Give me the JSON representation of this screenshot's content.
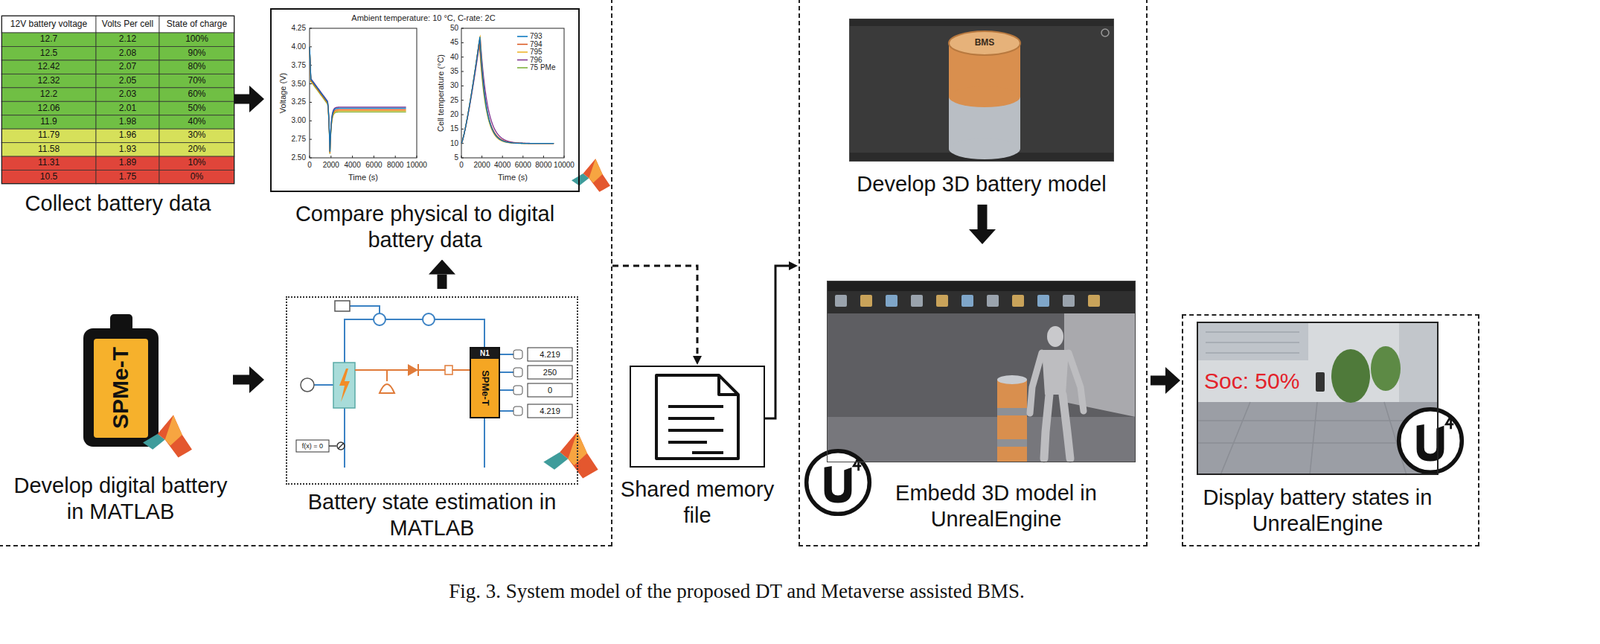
{
  "diagram": {
    "caption": "Fig. 3. System model of the proposed DT and Metaverse assisted BMS.",
    "nodes": [
      {
        "text": []
      },
      {
        "text": [
          "Collect battery data"
        ],
        "in": 0
      },
      {
        "text": [
          "Compare physical to digital battery data"
        ],
        "in": 0
      },
      {
        "text": [
          "SPMe-T",
          "Develop digital battery in MATLAB"
        ],
        "in": 0
      },
      {
        "text": [
          "Battery state estimation in MATLAB"
        ],
        "in": 0
      },
      {
        "text": [
          "N1",
          "SPMe-T"
        ],
        "in": 4
      },
      {
        "text": [
          "Shared memory file"
        ]
      },
      {
        "text": []
      },
      {
        "text": [
          "Develop 3D battery model"
        ],
        "in": 7
      },
      {
        "text": [
          "Embedd 3D model in UnrealEngine"
        ],
        "in": 7
      },
      {
        "text": []
      },
      {
        "text": [
          "Display battery states in UnrealEngine"
        ],
        "in": 10
      }
    ],
    "edges": [
      {
        "from": 1,
        "to": 2,
        "arrow": "to"
      },
      {
        "from": 3,
        "to": 4,
        "arrow": "to"
      },
      {
        "from": 4,
        "to": 2,
        "arrow": "to"
      },
      {
        "from": 0,
        "to": 6,
        "arrow": "to"
      },
      {
        "from": 6,
        "to": 7,
        "arrow": "to"
      },
      {
        "from": 8,
        "to": 9,
        "arrow": "to"
      },
      {
        "from": 7,
        "to": 10,
        "arrow": "to"
      }
    ],
    "labels": [
      "12V battery voltage",
      "Volts Per cell",
      "State of charge",
      "12.7",
      "2.12",
      "100%",
      "12.5",
      "2.08",
      "90%",
      "12.42",
      "2.07",
      "80%",
      "12.32",
      "2.05",
      "70%",
      "12.2",
      "2.03",
      "60%",
      "12.06",
      "2.01",
      "50%",
      "11.9",
      "1.98",
      "40%",
      "11.79",
      "1.96",
      "30%",
      "11.58",
      "1.93",
      "20%",
      "11.31",
      "1.89",
      "10%",
      "10.5",
      "1.75",
      "0%",
      "Ambient temperature: 10 °C, C-rate: 2C",
      "4.25",
      "4.00",
      "3.75",
      "3.50",
      "3.25",
      "3.00",
      "2.75",
      "2.50",
      "0",
      "2000",
      "4000",
      "6000",
      "8000",
      "10000",
      "Voltage (V)",
      "Time (s)",
      "50",
      "45",
      "40",
      "35",
      "30",
      "25",
      "20",
      "15",
      "10",
      "5",
      "0",
      "2000",
      "4000",
      "6000",
      "8000",
      "10000",
      "Cell temperature (°C)",
      "Time (s)",
      "4.219",
      "250",
      "0",
      "4.219",
      "f(x) = 0",
      "BMS",
      "Soc: 50%"
    ],
    "legend": [
      {
        "text": "793"
      },
      {
        "text": "794"
      },
      {
        "text": "795"
      },
      {
        "text": "796"
      },
      {
        "text": "75 PMe"
      }
    ]
  }
}
